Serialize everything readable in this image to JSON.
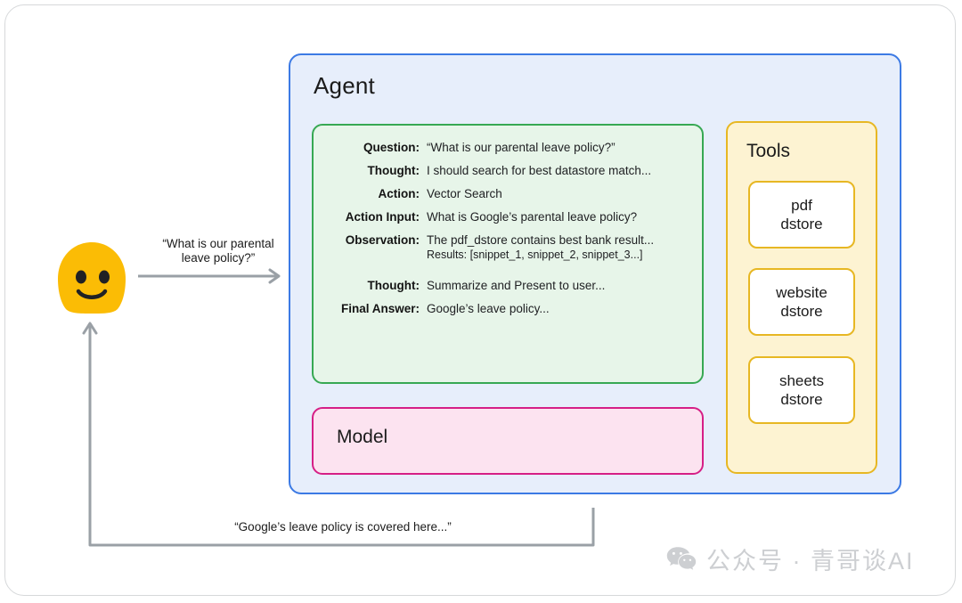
{
  "agent": {
    "title": "Agent",
    "trace": [
      {
        "label": "Question:",
        "value": "“What is our parental leave policy?”",
        "sub": ""
      },
      {
        "label": "Thought:",
        "value": "I should search for best datastore match...",
        "sub": ""
      },
      {
        "label": "Action:",
        "value": "Vector Search",
        "sub": ""
      },
      {
        "label": "Action Input:",
        "value": "What is Google’s parental leave policy?",
        "sub": ""
      },
      {
        "label": "Observation:",
        "value": "The pdf_dstore contains best bank result...",
        "sub": "Results: [snippet_1, snippet_2, snippet_3...]"
      },
      {
        "label": "Thought:",
        "value": "Summarize and Present to user...",
        "sub": ""
      },
      {
        "label": "Final Answer:",
        "value": "Google’s leave policy...",
        "sub": ""
      }
    ],
    "model": {
      "title": "Model"
    }
  },
  "tools": {
    "title": "Tools",
    "items": [
      {
        "label": "pdf\ndstore"
      },
      {
        "label": "website\ndstore"
      },
      {
        "label": "sheets\ndstore"
      }
    ]
  },
  "flow": {
    "user_icon": "smiley-face-icon",
    "request_label": "“What is our parental\nleave policy?”",
    "response_label": "“Google’s leave policy is covered here...”"
  },
  "watermark": {
    "icon": "wechat-icon",
    "text": "公众号 · 青哥谈AI"
  },
  "colors": {
    "agent_border": "#3c7ae4",
    "agent_fill": "#e7eefb",
    "trace_border": "#37a853",
    "trace_fill": "#e7f5e9",
    "model_border": "#d61f86",
    "model_fill": "#fce3f0",
    "tools_border": "#e7b723",
    "tools_fill": "#fdf3d2",
    "user_blob": "#fbbc05",
    "arrow": "#9aa0a6"
  }
}
